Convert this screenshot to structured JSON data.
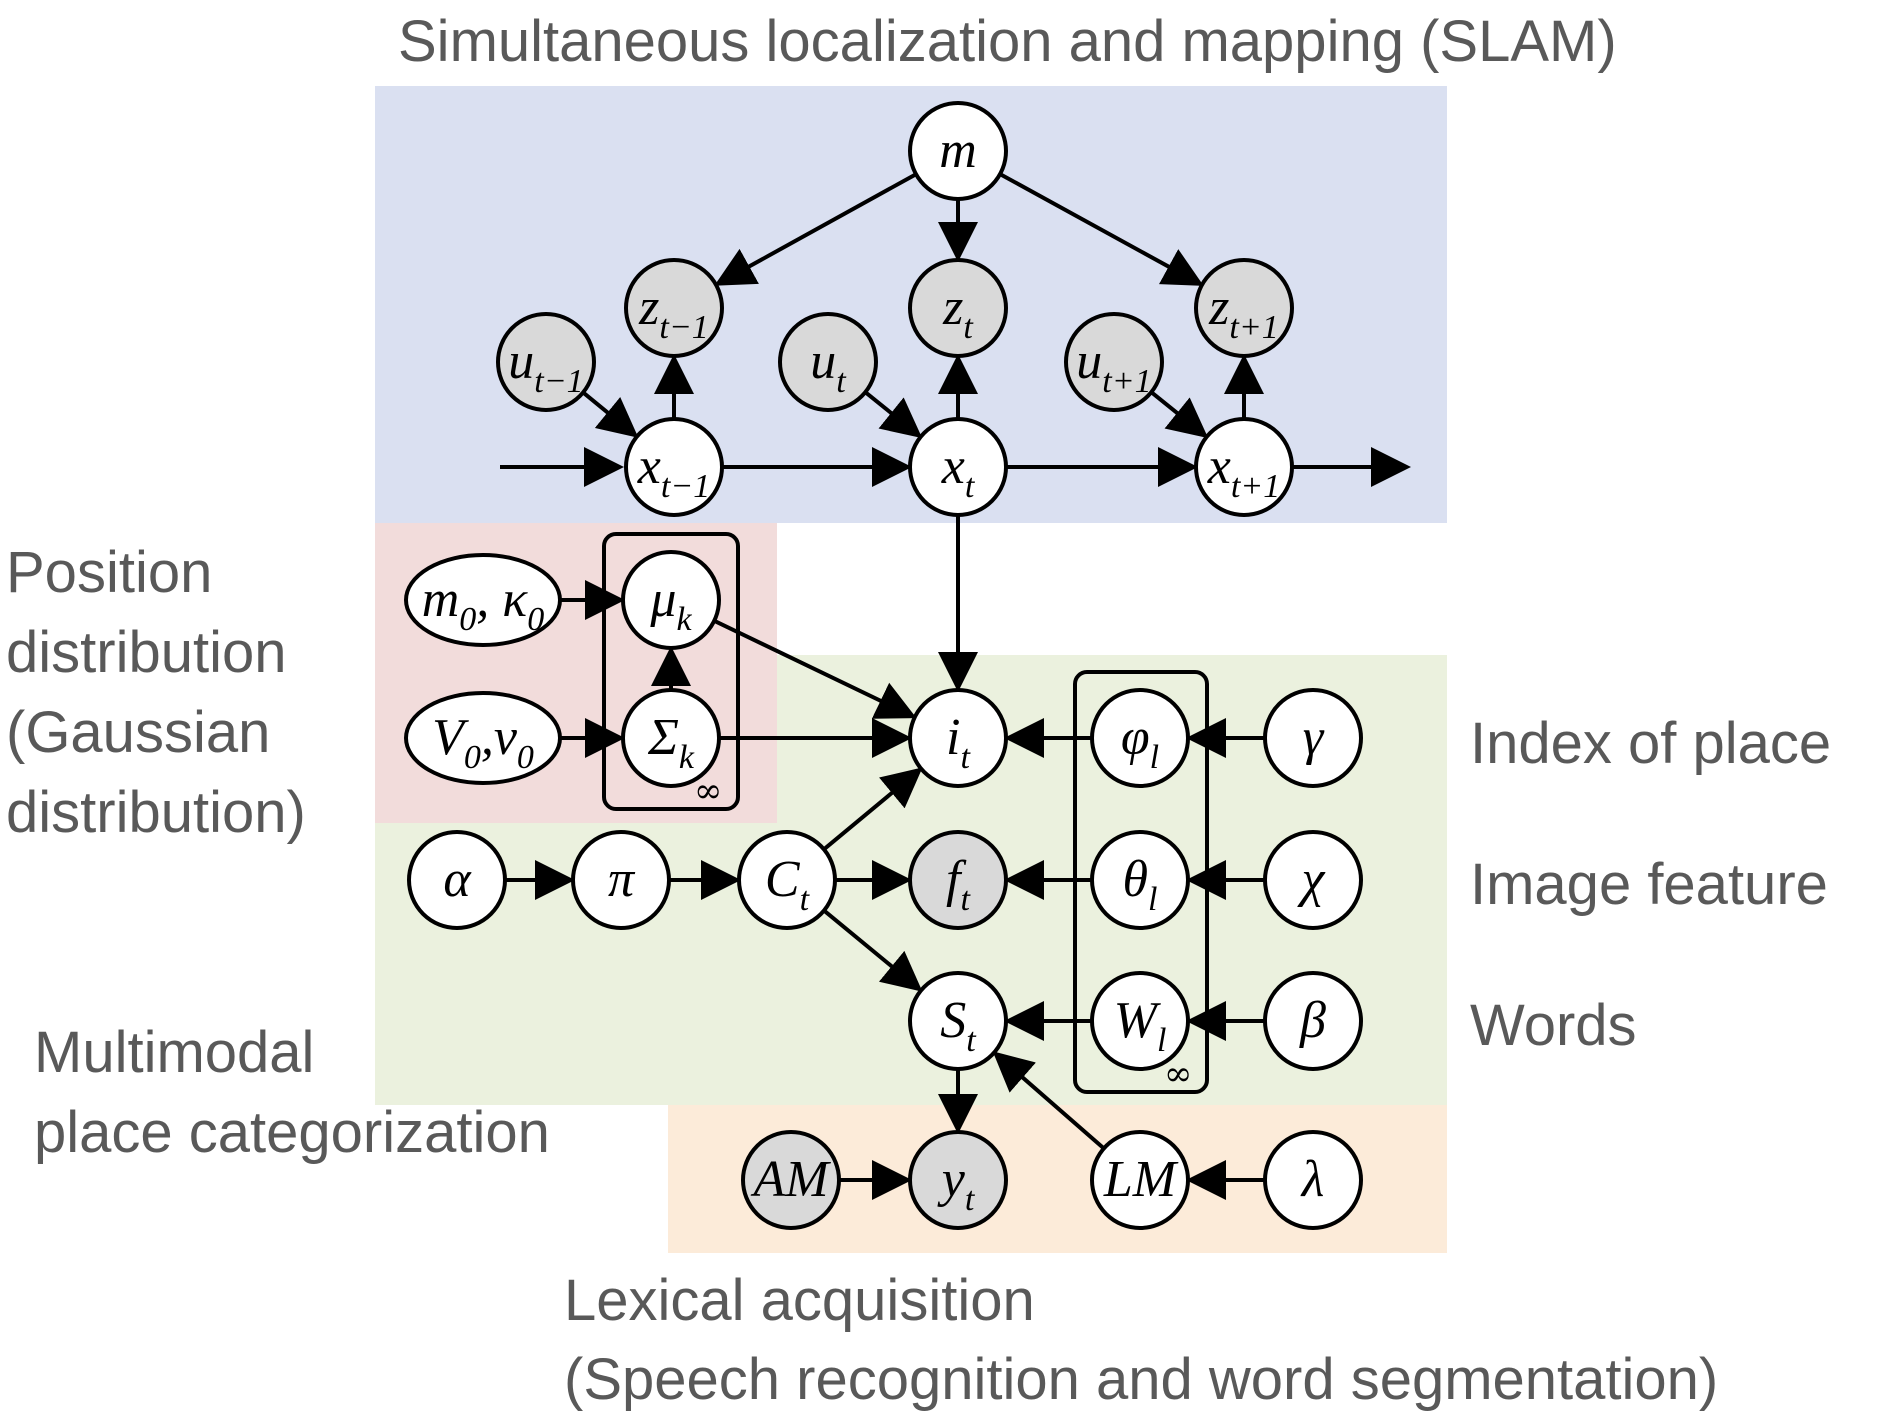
{
  "regions": {
    "slam": {
      "label": "Simultaneous localization and mapping (SLAM)",
      "color": "#dae0f1"
    },
    "position": {
      "label_lines": [
        "Position",
        "distribution",
        "(Gaussian",
        "distribution)"
      ],
      "color": "#f2dcdb"
    },
    "multimodal": {
      "label_lines": [
        "Multimodal",
        "place categorization"
      ],
      "color": "#ebf1de"
    },
    "lexical": {
      "label_lines": [
        "Lexical acquisition",
        "(Speech recognition and word segmentation)"
      ],
      "color": "#fcebd9"
    }
  },
  "row_labels": {
    "index_of_place": "Index of place",
    "image_feature": "Image feature",
    "words": "Words"
  },
  "plates": {
    "gaussian": {
      "count": "∞"
    },
    "words": {
      "count": "∞"
    }
  },
  "node_style": {
    "observed_fill": "#d9d9d9",
    "latent_fill": "#ffffff"
  },
  "nodes": [
    {
      "id": "m",
      "main": "m",
      "sub": "",
      "observed": false
    },
    {
      "id": "z_tm1",
      "main": "z",
      "sub": "t−1",
      "observed": true
    },
    {
      "id": "z_t",
      "main": "z",
      "sub": "t",
      "observed": true
    },
    {
      "id": "z_tp1",
      "main": "z",
      "sub": "t+1",
      "observed": true
    },
    {
      "id": "u_tm1",
      "main": "u",
      "sub": "t−1",
      "observed": true
    },
    {
      "id": "u_t",
      "main": "u",
      "sub": "t",
      "observed": true
    },
    {
      "id": "u_tp1",
      "main": "u",
      "sub": "t+1",
      "observed": true
    },
    {
      "id": "x_tm1",
      "main": "x",
      "sub": "t−1",
      "observed": false
    },
    {
      "id": "x_t",
      "main": "x",
      "sub": "t",
      "observed": false
    },
    {
      "id": "x_tp1",
      "main": "x",
      "sub": "t+1",
      "observed": false
    },
    {
      "id": "m0k0",
      "main": "m",
      "sub": "0",
      "main2": ", κ",
      "sub2": "0",
      "observed": false
    },
    {
      "id": "V0n0",
      "main": "V",
      "sub": "0",
      "main2": ",ν",
      "sub2": "0",
      "observed": false
    },
    {
      "id": "mu_k",
      "main": "μ",
      "sub": "k",
      "observed": false
    },
    {
      "id": "Sigma_k",
      "main": "Σ",
      "sub": "k",
      "observed": false
    },
    {
      "id": "i_t",
      "main": "i",
      "sub": "t",
      "observed": false
    },
    {
      "id": "phi_l",
      "main": "φ",
      "sub": "l",
      "observed": false
    },
    {
      "id": "gamma",
      "main": "γ",
      "sub": "",
      "observed": false
    },
    {
      "id": "alpha",
      "main": "α",
      "sub": "",
      "observed": false
    },
    {
      "id": "pi",
      "main": "π",
      "sub": "",
      "observed": false
    },
    {
      "id": "C_t",
      "main": "C",
      "sub": "t",
      "observed": false
    },
    {
      "id": "f_t",
      "main": "f",
      "sub": "t",
      "observed": true
    },
    {
      "id": "theta_l",
      "main": "θ",
      "sub": "l",
      "observed": false
    },
    {
      "id": "chi",
      "main": "χ",
      "sub": "",
      "observed": false
    },
    {
      "id": "S_t",
      "main": "S",
      "sub": "t",
      "observed": false
    },
    {
      "id": "W_l",
      "main": "W",
      "sub": "l",
      "observed": false
    },
    {
      "id": "beta",
      "main": "β",
      "sub": "",
      "observed": false
    },
    {
      "id": "AM",
      "main": "AM",
      "sub": "",
      "observed": true
    },
    {
      "id": "y_t",
      "main": "y",
      "sub": "t",
      "observed": true
    },
    {
      "id": "LM",
      "main": "LM",
      "sub": "",
      "observed": false
    },
    {
      "id": "lambda",
      "main": "λ",
      "sub": "",
      "observed": false
    }
  ],
  "edges": [
    [
      "m",
      "z_tm1"
    ],
    [
      "m",
      "z_t"
    ],
    [
      "m",
      "z_tp1"
    ],
    [
      "x_tm1",
      "z_tm1"
    ],
    [
      "x_t",
      "z_t"
    ],
    [
      "x_tp1",
      "z_tp1"
    ],
    [
      "u_tm1",
      "x_tm1"
    ],
    [
      "u_t",
      "x_t"
    ],
    [
      "u_tp1",
      "x_tp1"
    ],
    [
      "x_tm1",
      "x_t"
    ],
    [
      "x_t",
      "x_tp1"
    ],
    [
      "x_t",
      "i_t"
    ],
    [
      "m0k0",
      "mu_k"
    ],
    [
      "V0n0",
      "Sigma_k"
    ],
    [
      "Sigma_k",
      "mu_k"
    ],
    [
      "mu_k",
      "i_t"
    ],
    [
      "Sigma_k",
      "i_t"
    ],
    [
      "phi_l",
      "i_t"
    ],
    [
      "gamma",
      "phi_l"
    ],
    [
      "alpha",
      "pi"
    ],
    [
      "pi",
      "C_t"
    ],
    [
      "C_t",
      "i_t"
    ],
    [
      "C_t",
      "f_t"
    ],
    [
      "C_t",
      "S_t"
    ],
    [
      "theta_l",
      "f_t"
    ],
    [
      "chi",
      "theta_l"
    ],
    [
      "W_l",
      "S_t"
    ],
    [
      "beta",
      "W_l"
    ],
    [
      "S_t",
      "y_t"
    ],
    [
      "AM",
      "y_t"
    ],
    [
      "LM",
      "S_t"
    ],
    [
      "lambda",
      "LM"
    ]
  ]
}
